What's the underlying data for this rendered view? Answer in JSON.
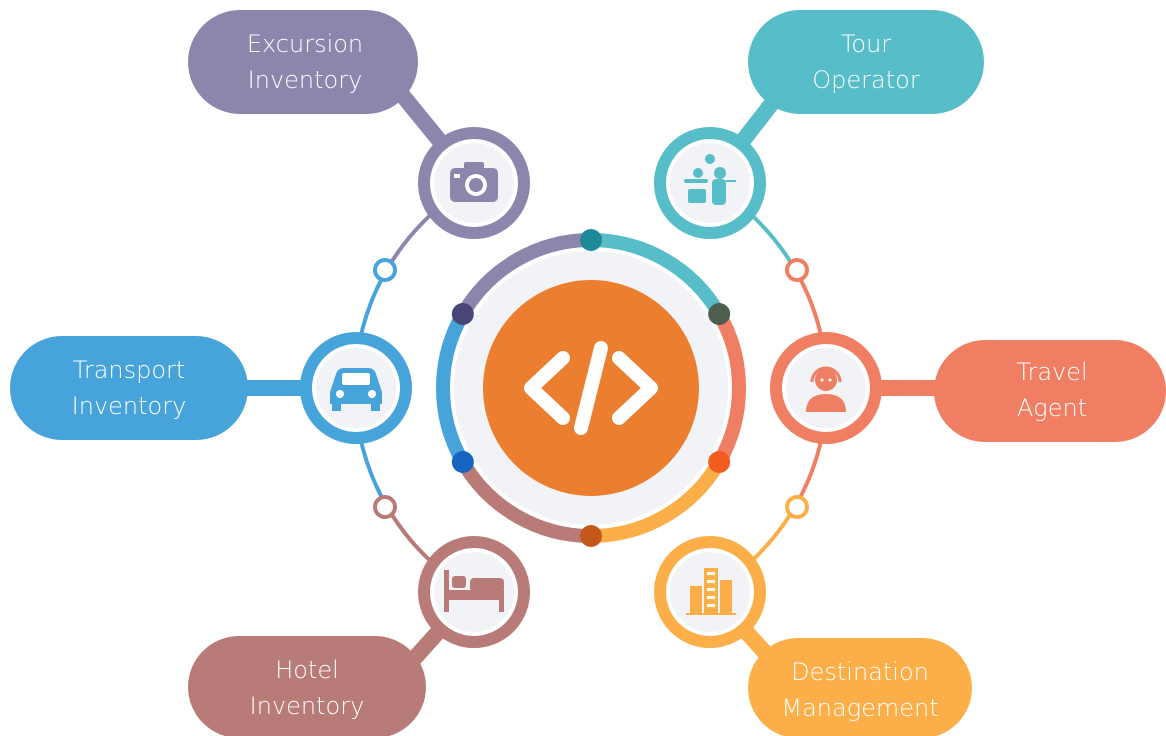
{
  "colors": {
    "excursion": "#8C85AC",
    "tour": "#57BDC8",
    "transport": "#47A4DA",
    "travel": "#F07E62",
    "hotel": "#B87B77",
    "destination": "#FCAE48",
    "center": "#EC7E2F",
    "center_ring": "#F2F3F7"
  },
  "hub": {
    "icon": "code-brackets-icon"
  },
  "nodes": [
    {
      "id": "excursion",
      "line1": "Excursion",
      "line2": "Inventory",
      "icon": "camera-icon"
    },
    {
      "id": "tour",
      "line1": "Tour",
      "line2": "Operator",
      "icon": "tour-operator-people-icon"
    },
    {
      "id": "transport",
      "line1": "Transport",
      "line2": "Inventory",
      "icon": "car-icon"
    },
    {
      "id": "travel",
      "line1": "Travel",
      "line2": "Agent",
      "icon": "headset-agent-icon"
    },
    {
      "id": "hotel",
      "line1": "Hotel",
      "line2": "Inventory",
      "icon": "bed-icon"
    },
    {
      "id": "destination",
      "line1": "Destination",
      "line2": "Management",
      "icon": "city-buildings-icon"
    }
  ]
}
